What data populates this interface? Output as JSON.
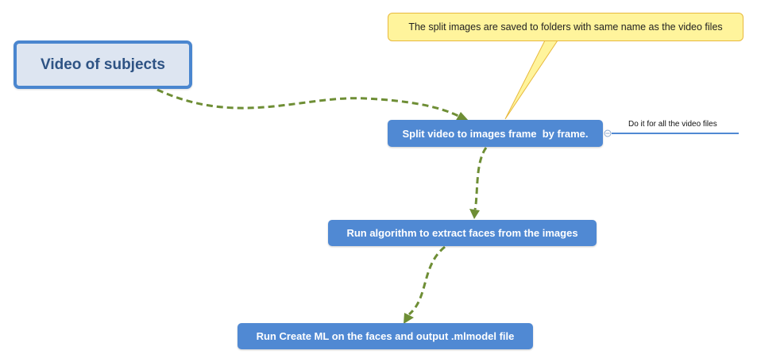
{
  "nodes": {
    "root": {
      "label": "Video of subjects"
    },
    "split": {
      "label": "Split video to images frame  by frame."
    },
    "extract": {
      "label": "Run algorithm to extract faces from the images"
    },
    "create_ml": {
      "label": "Run Create ML on the faces and output .mlmodel file"
    }
  },
  "callout": {
    "text": "The split images are saved to folders with same name as the video files"
  },
  "side_note": {
    "text": "Do it for all the video files"
  },
  "colors": {
    "connector": "#6e8e35",
    "node_fill": "#5089d3",
    "root_border": "#4a86cf",
    "root_fill": "#dde5f1",
    "callout_fill": "#fff49c",
    "callout_border": "#e8b93d"
  }
}
